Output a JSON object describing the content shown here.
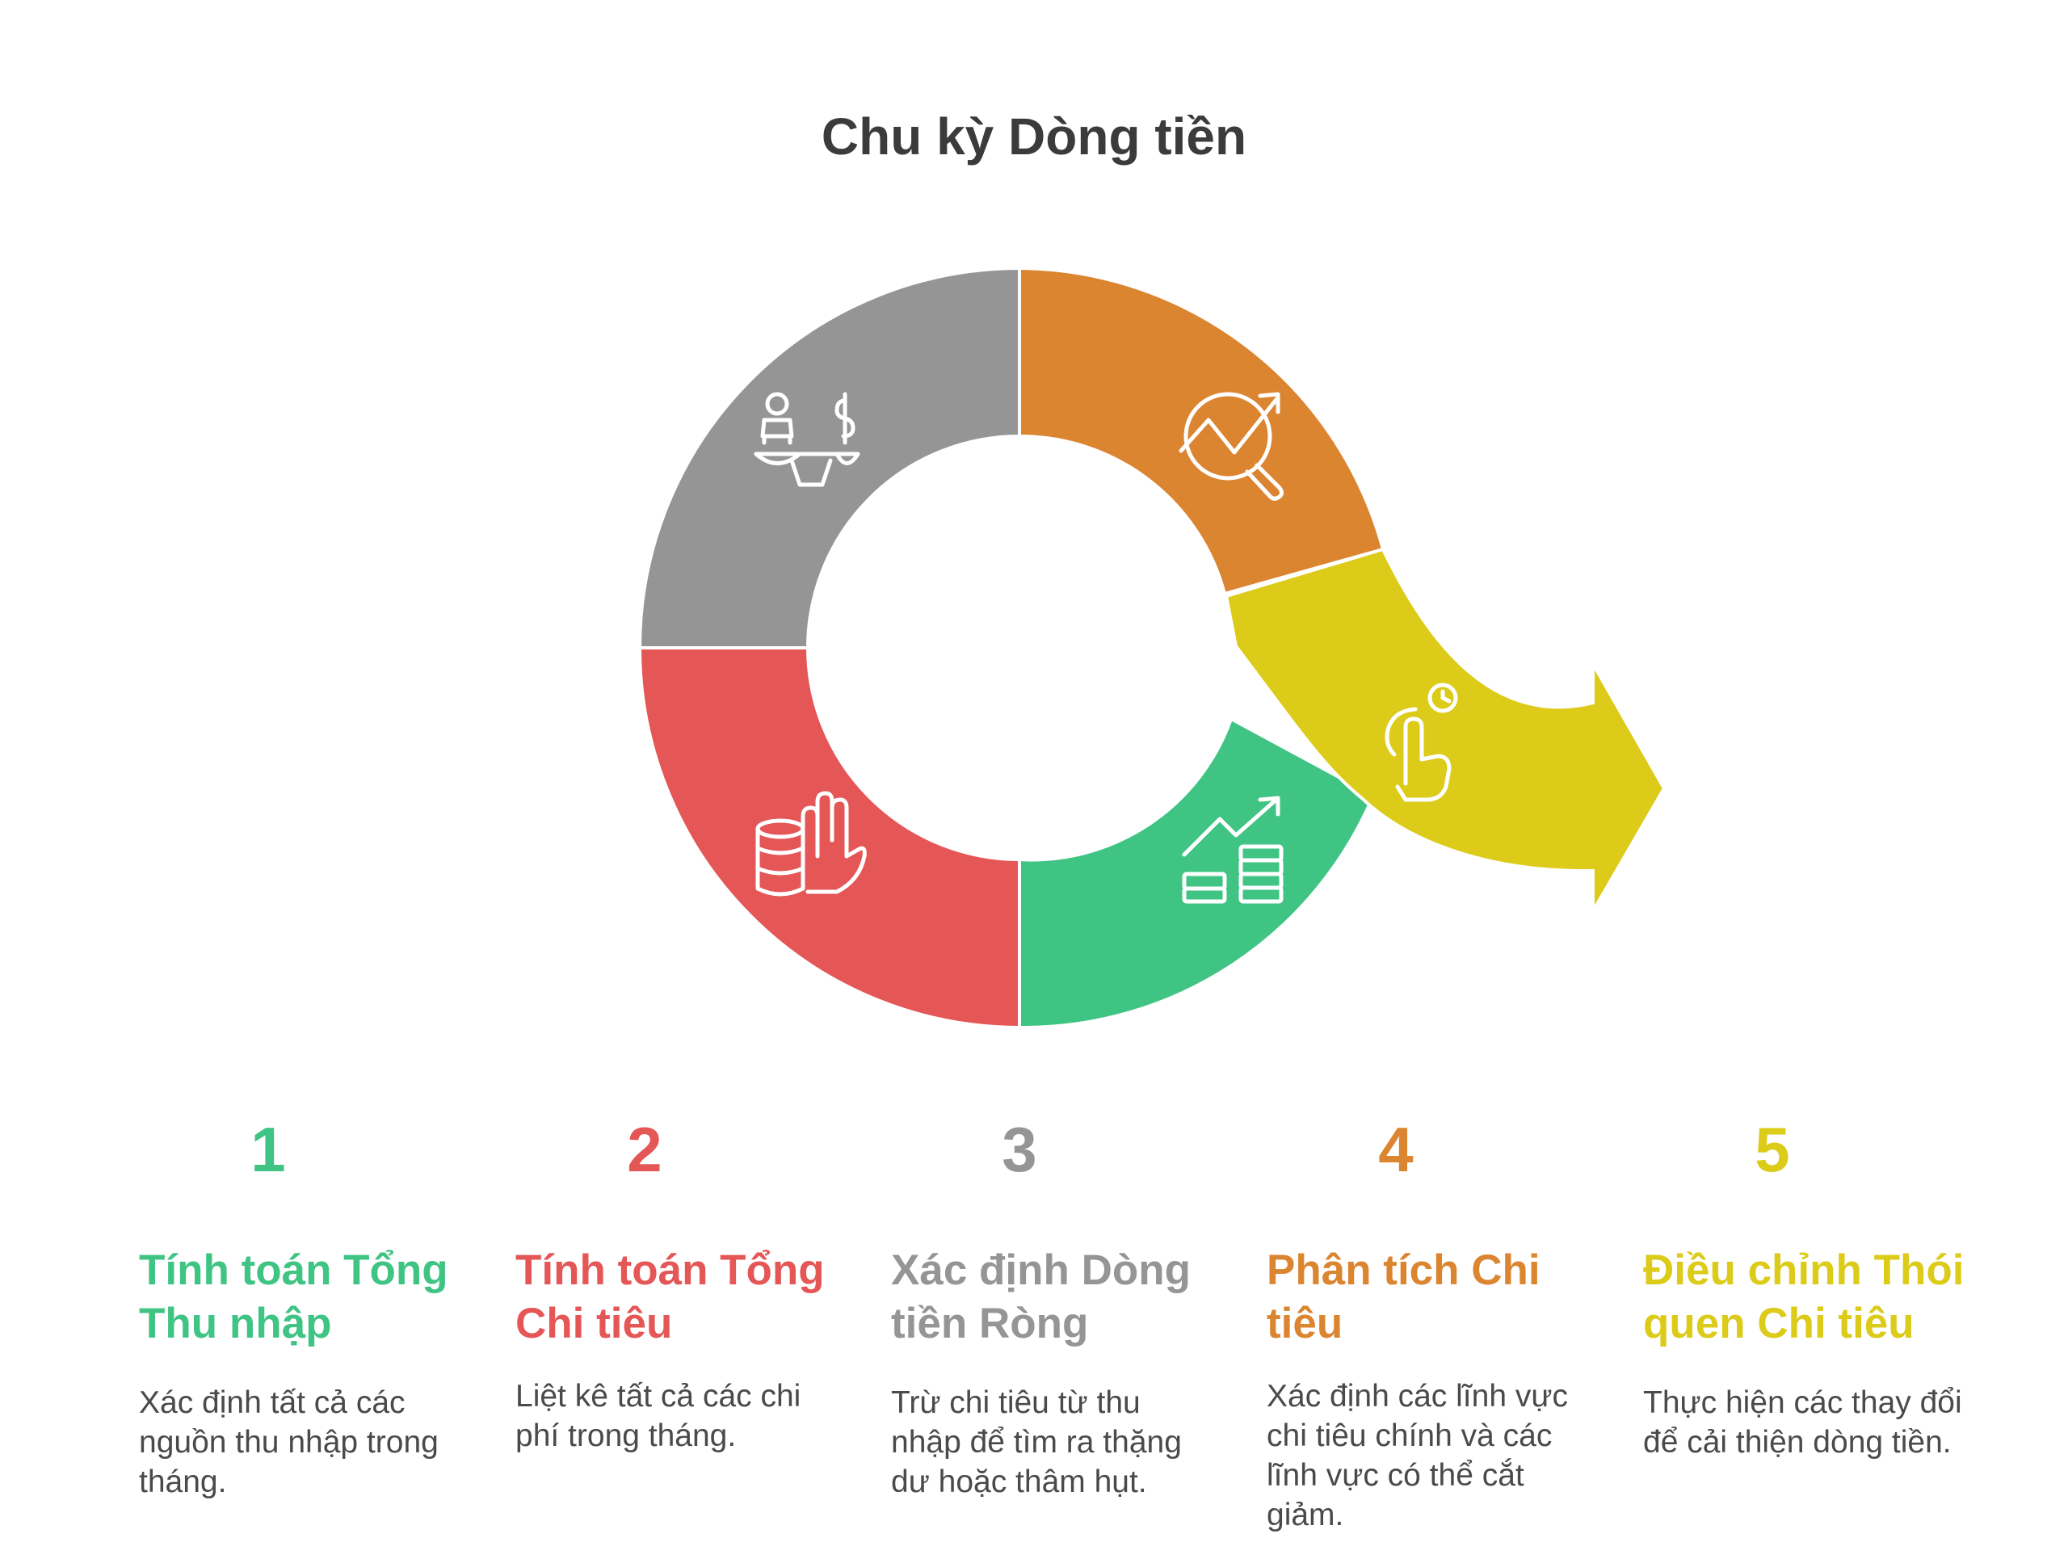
{
  "title": "Chu kỳ Dòng tiền",
  "colors": {
    "green": "#3fc484",
    "red": "#e55656",
    "gray": "#959595",
    "orange": "#dc8530",
    "yellow": "#dccb18"
  },
  "cycle_segments": [
    {
      "position": "top-left",
      "color": "gray",
      "icon": "scale-person-dollar-icon"
    },
    {
      "position": "top-right",
      "color": "orange",
      "icon": "chart-magnifier-icon"
    },
    {
      "position": "bottom-left",
      "color": "red",
      "icon": "hand-coins-icon"
    },
    {
      "position": "bottom-right",
      "color": "green",
      "icon": "coins-growth-icon"
    },
    {
      "position": "arrow",
      "color": "yellow",
      "icon": "hand-clock-icon"
    }
  ],
  "steps": [
    {
      "number": "1",
      "title": "Tính toán Tổng Thu nhập",
      "desc": "Xác định tất cả các nguồn thu nhập trong tháng.",
      "color": "green"
    },
    {
      "number": "2",
      "title": "Tính toán Tổng Chi tiêu",
      "desc": "Liệt kê tất cả các chi phí trong tháng.",
      "color": "red"
    },
    {
      "number": "3",
      "title": "Xác định Dòng tiền Ròng",
      "desc": "Trừ chi tiêu từ thu nhập để tìm ra thặng dư hoặc thâm hụt.",
      "color": "gray"
    },
    {
      "number": "4",
      "title": "Phân tích Chi tiêu",
      "desc": "Xác định các lĩnh vực chi tiêu chính và các lĩnh vực có thể cắt giảm.",
      "color": "orange"
    },
    {
      "number": "5",
      "title": "Điều chỉnh Thói quen Chi tiêu",
      "desc": "Thực hiện các thay đổi để cải thiện dòng tiền.",
      "color": "yellow"
    }
  ]
}
